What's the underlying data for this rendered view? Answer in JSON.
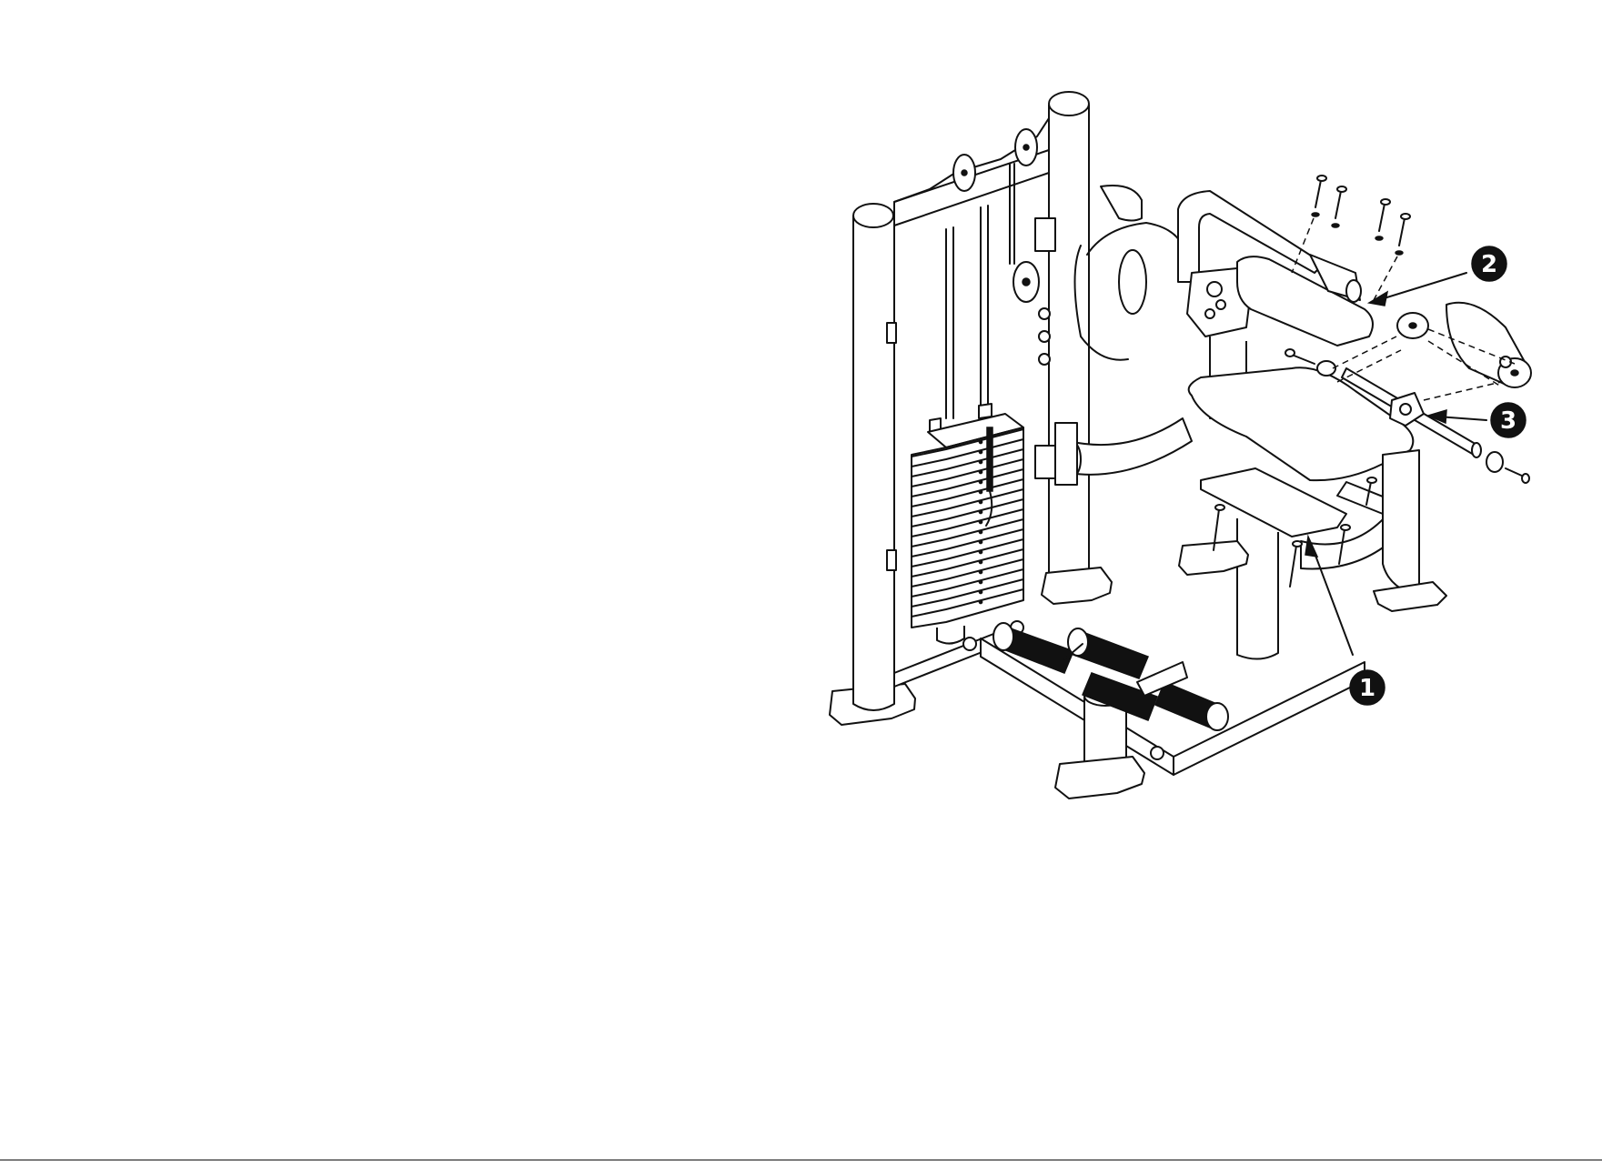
{
  "figure": {
    "callouts": [
      {
        "id": "callout-1",
        "label": "1",
        "part": "seat-bracket"
      },
      {
        "id": "callout-2",
        "label": "2",
        "part": "back-pad"
      },
      {
        "id": "callout-3",
        "label": "3",
        "part": "pivot-rod"
      }
    ]
  },
  "colors": {
    "line": "#111111",
    "background": "#ffffff"
  },
  "footer": {
    "text": ""
  }
}
